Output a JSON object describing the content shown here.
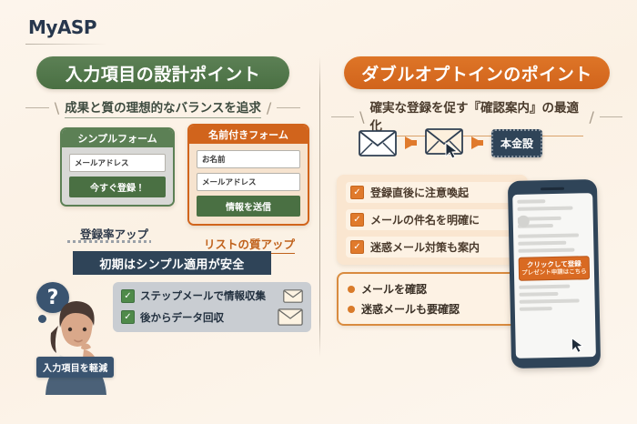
{
  "brand": {
    "logo_text": "MyASP"
  },
  "left_panel": {
    "title": "入力項目の設計ポイント",
    "subtitle": "成果と質の理想的なバランスを追求",
    "accent_color": "#4a7043",
    "forms": [
      {
        "name": "simple-form",
        "header": "シンプルフォーム",
        "fields": [
          "メールアドレス"
        ],
        "button": "今すぐ登録！",
        "benefit": "登録率アップ"
      },
      {
        "name": "named-form",
        "header": "名前付きフォーム",
        "fields": [
          "お名前",
          "メールアドレス"
        ],
        "button": "情報を送信",
        "benefit": "リストの質アップ"
      }
    ],
    "ribbon": "初期はシンプル適用が安全",
    "person_badge": "入力項目を軽減",
    "thought_icon": "?",
    "checklist": [
      {
        "label": "ステップメールで情報収集",
        "checked": true,
        "icon": "envelope-icon"
      },
      {
        "label": "後からデータ回収",
        "checked": true,
        "icon": "envelope-icon"
      }
    ]
  },
  "right_panel": {
    "title": "ダブルオプトインのポイント",
    "subtitle": "確実な登録を促す『確認案内』の最適化",
    "accent_color": "#d1641c",
    "flow": {
      "step1_icon": "envelope-icon",
      "step2_icon": "envelope-open-icon",
      "cursor_icon": "cursor-icon",
      "arrow_icon": "arrow-right-icon",
      "result_label": "本金設"
    },
    "checklist": [
      {
        "label": "登録直後に注意喚起",
        "checked": true
      },
      {
        "label": "メールの件名を明確に",
        "checked": true
      },
      {
        "label": "迷惑メール対策も案内",
        "checked": true
      }
    ],
    "bubble": [
      {
        "label": "メールを確認"
      },
      {
        "label": "迷惑メールも要確認"
      }
    ],
    "phone": {
      "cta_line1": "クリックして登録",
      "cta_line2": "プレゼント申請はこちら",
      "cursor_icon": "cursor-icon"
    }
  },
  "colors": {
    "background": "#fdf4ea",
    "green": "#4a7043",
    "orange": "#d1641c",
    "navy": "#2f4458",
    "gray_panel": "#c9cdd2",
    "peach_panel": "#fae6d0"
  }
}
